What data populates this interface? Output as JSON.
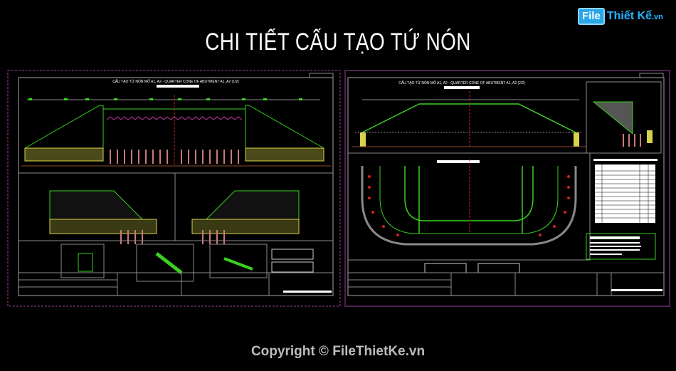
{
  "logo": {
    "prefix": "File",
    "brand": "Thiết Kế",
    "suffix": ".vn",
    "color": "#29a6e8"
  },
  "title": "CHI TIẾT CẤU TẠO TỨ NÓN",
  "sheets": [
    {
      "id": "sheet-1",
      "heading": "CẤU TẠO TỨ NÓN MỐ A1, A2 - QUARTER CONE OF ABUTMENT A1, A2 (1/2)",
      "views": [
        "elevation",
        "half-plan-left",
        "half-plan-right",
        "detail-1",
        "detail-2",
        "detail-3"
      ],
      "notes_boxes": 2
    },
    {
      "id": "sheet-2",
      "heading": "CẤU TẠO TỨ NÓN MỐ A1, A2 - QUARTER CONE OF ABUTMENT A1, A2 (2/2)",
      "views": [
        "elevation",
        "plan",
        "section-detail",
        "quantity-table",
        "notes"
      ],
      "table_rows": 12
    }
  ],
  "colors": {
    "background": "#000000",
    "sheet_border": "#6a2a6a",
    "frame": "#8a8a8a",
    "structure": "#39d11f",
    "fill": "#d8d24a",
    "piles": "#c87a7a",
    "axis": "#cc2222",
    "text": "#ffffff"
  },
  "copyright": "Copyright © FileThietKe.vn"
}
